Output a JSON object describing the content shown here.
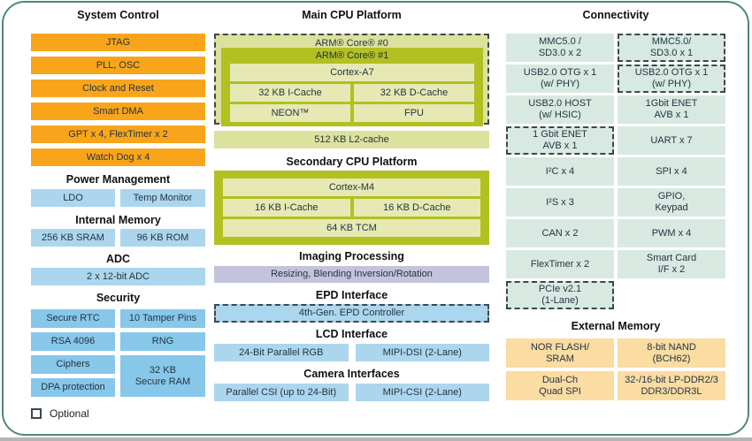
{
  "colors": {
    "system_control_orange": "#f9a51b",
    "light_blue": "#abd6ee",
    "security_blue": "#87c7ea",
    "cpu_olive": "#b2c022",
    "cpu_olive_pale": "#dce19e",
    "connectivity_mint": "#d8e9e2",
    "external_memory_orange": "#fbdca2",
    "imaging_lavender": "#c3c4dc",
    "frame_teal": "#4d8878"
  },
  "left": {
    "system_control": {
      "title": "System Control",
      "items": [
        "JTAG",
        "PLL, OSC",
        "Clock and Reset",
        "Smart DMA",
        "GPT x 4, FlexTimer x 2",
        "Watch Dog x 4"
      ]
    },
    "power_management": {
      "title": "Power Management",
      "items": [
        "LDO",
        "Temp Monitor"
      ]
    },
    "internal_memory": {
      "title": "Internal Memory",
      "items": [
        "256 KB SRAM",
        "96 KB ROM"
      ]
    },
    "adc": {
      "title": "ADC",
      "items": [
        "2 x 12-bit ADC"
      ]
    },
    "security": {
      "title": "Security",
      "cells": [
        "Secure RTC",
        "10 Tamper Pins",
        "RSA 4096",
        "RNG",
        "Ciphers",
        "DPA protection"
      ],
      "secure_ram": "32 KB\nSecure RAM"
    }
  },
  "middle": {
    "main_cpu": {
      "title": "Main CPU Platform",
      "core0": "ARM® Core® #0",
      "core1": "ARM® Core® #1",
      "cortex": "Cortex-A7",
      "icache": "32 KB I-Cache",
      "dcache": "32 KB D-Cache",
      "neon": "NEON™",
      "fpu": "FPU",
      "l2": "512 KB L2-cache",
      "core0_optional": true
    },
    "secondary_cpu": {
      "title": "Secondary CPU Platform",
      "cortex": "Cortex-M4",
      "icache": "16 KB I-Cache",
      "dcache": "16 KB D-Cache",
      "tcm": "64 KB TCM"
    },
    "imaging": {
      "title": "Imaging Processing",
      "box": "Resizing, Blending Inversion/Rotation"
    },
    "epd": {
      "title": "EPD Interface",
      "box": "4th-Gen. EPD Controller",
      "optional": true
    },
    "lcd": {
      "title": "LCD Interface",
      "left": "24-Bit Parallel RGB",
      "right": "MIPI-DSI (2-Lane)"
    },
    "camera": {
      "title": "Camera Interfaces",
      "left": "Parallel CSI (up to 24-Bit)",
      "right": "MIPI-CSI (2-Lane)"
    }
  },
  "right": {
    "connectivity": {
      "title": "Connectivity",
      "cells": [
        {
          "label": "MMC5.0 /\nSD3.0 x 2",
          "optional": false
        },
        {
          "label": "MMC5.0/\nSD3.0 x 1",
          "optional": true
        },
        {
          "label": "USB2.0 OTG x 1\n(w/ PHY)",
          "optional": false
        },
        {
          "label": "USB2.0 OTG x 1\n(w/ PHY)",
          "optional": true
        },
        {
          "label": "USB2.0 HOST\n(w/ HSIC)",
          "optional": false
        },
        {
          "label": "1Gbit ENET\nAVB x 1",
          "optional": false
        },
        {
          "label": "1 Gbit ENET\nAVB x 1",
          "optional": true
        },
        {
          "label": "UART x 7",
          "optional": false
        },
        {
          "label": "I²C x 4",
          "optional": false
        },
        {
          "label": "SPI x 4",
          "optional": false
        },
        {
          "label": "I²S x 3",
          "optional": false
        },
        {
          "label": "GPIO,\nKeypad",
          "optional": false
        },
        {
          "label": "CAN x 2",
          "optional": false
        },
        {
          "label": "PWM x 4",
          "optional": false
        },
        {
          "label": "FlexTimer x 2",
          "optional": false
        },
        {
          "label": "Smart Card\nI/F x 2",
          "optional": false
        },
        {
          "label": "PCIe v2.1\n(1-Lane)",
          "optional": true
        }
      ]
    },
    "external_memory": {
      "title": "External Memory",
      "cells": [
        "NOR FLASH/\nSRAM",
        "8-bit NAND\n(BCH62)",
        "Dual-Ch\nQuad SPI",
        "32-/16-bit LP-DDR2/3\nDDR3/DDR3L"
      ]
    }
  },
  "legend": {
    "label": "Optional"
  }
}
